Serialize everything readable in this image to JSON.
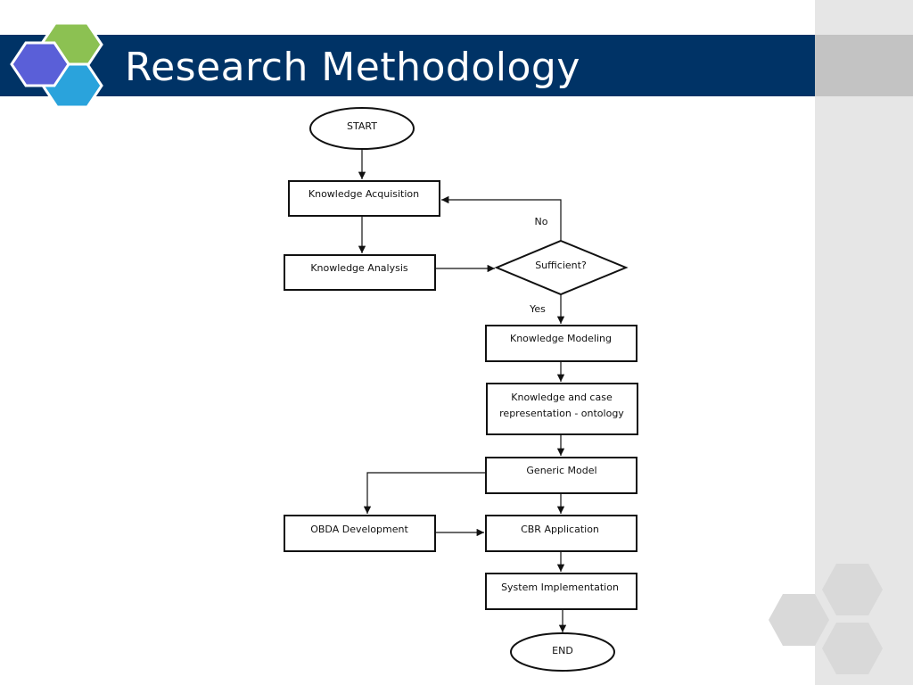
{
  "slide": {
    "title": "Research Methodology",
    "colors": {
      "title_bar": "#003366",
      "hex_purple": "#5a5fd8",
      "hex_green": "#8cc152",
      "hex_blue": "#2aa3dc",
      "deco_gray": "#d9d9d9"
    }
  },
  "flowchart": {
    "start": "START",
    "knowledge_acquisition": "Knowledge Acquisition",
    "knowledge_analysis": "Knowledge Analysis",
    "sufficient": "Sufficient?",
    "no_label": "No",
    "yes_label": "Yes",
    "knowledge_modeling": "Knowledge Modeling",
    "representation_line1": "Knowledge and case",
    "representation_line2": "representation - ontology",
    "generic_model": "Generic Model",
    "obda_development": "OBDA Development",
    "cbr_application": "CBR Application",
    "system_implementation": "System Implementation",
    "end": "END"
  }
}
